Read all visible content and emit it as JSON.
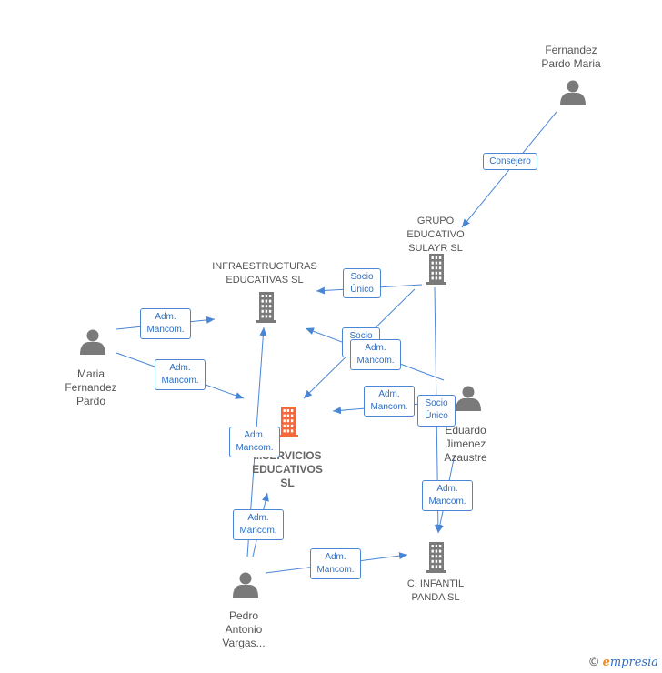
{
  "nodes": [
    {
      "id": "fernandez_pardo",
      "kind": "person",
      "label": "Fernandez\nPardo Maria"
    },
    {
      "id": "grupo_sulayr",
      "kind": "company",
      "label": "GRUPO\nEDUCATIVO\nSULAYR SL"
    },
    {
      "id": "infraestructuras",
      "kind": "company",
      "label": "INFRAESTRUCTURAS\nEDUCATIVAS  SL"
    },
    {
      "id": "maria_fernandez",
      "kind": "person",
      "label": "Maria\nFernandez\nPardo"
    },
    {
      "id": "servicios",
      "kind": "company-focus",
      "label": "...SERVICIOS\nEDUCATIVOS\nSL"
    },
    {
      "id": "eduardo",
      "kind": "person",
      "label": "Eduardo\nJimenez\nAzaustre"
    },
    {
      "id": "pedro",
      "kind": "person",
      "label": "Pedro\nAntonio\nVargas..."
    },
    {
      "id": "infantil_panda",
      "kind": "company",
      "label": "C.  INFANTIL\nPANDA  SL"
    }
  ],
  "edges": [
    {
      "from": "fernandez_pardo",
      "to": "grupo_sulayr",
      "label": "Consejero"
    },
    {
      "from": "grupo_sulayr",
      "to": "infraestructuras",
      "label": "Socio\nÚnico"
    },
    {
      "from": "grupo_sulayr",
      "to": "servicios",
      "label": "Socio\nÚnico"
    },
    {
      "from": "grupo_sulayr",
      "to": "infantil_panda",
      "label": "Socio\nÚnico"
    },
    {
      "from": "maria_fernandez",
      "to": "infraestructuras",
      "label": "Adm.\nMancom."
    },
    {
      "from": "maria_fernandez",
      "to": "servicios",
      "label": "Adm.\nMancom."
    },
    {
      "from": "eduardo",
      "to": "infraestructuras",
      "label": "Adm.\nMancom."
    },
    {
      "from": "eduardo",
      "to": "servicios",
      "label": "Adm.\nMancom."
    },
    {
      "from": "eduardo",
      "to": "infantil_panda",
      "label": "Adm.\nMancom."
    },
    {
      "from": "pedro",
      "to": "infraestructuras",
      "label": "Adm.\nMancom."
    },
    {
      "from": "pedro",
      "to": "servicios",
      "label": "Adm.\nMancom."
    },
    {
      "from": "pedro",
      "to": "infantil_panda",
      "label": "Adm.\nMancom."
    }
  ],
  "colors": {
    "edge": "#4a86d6",
    "icon": "#7a7a7a",
    "focus_icon": "#f26a3c"
  },
  "brand": {
    "copyright": "©",
    "name_initial": "e",
    "name_rest": "mpresia"
  }
}
